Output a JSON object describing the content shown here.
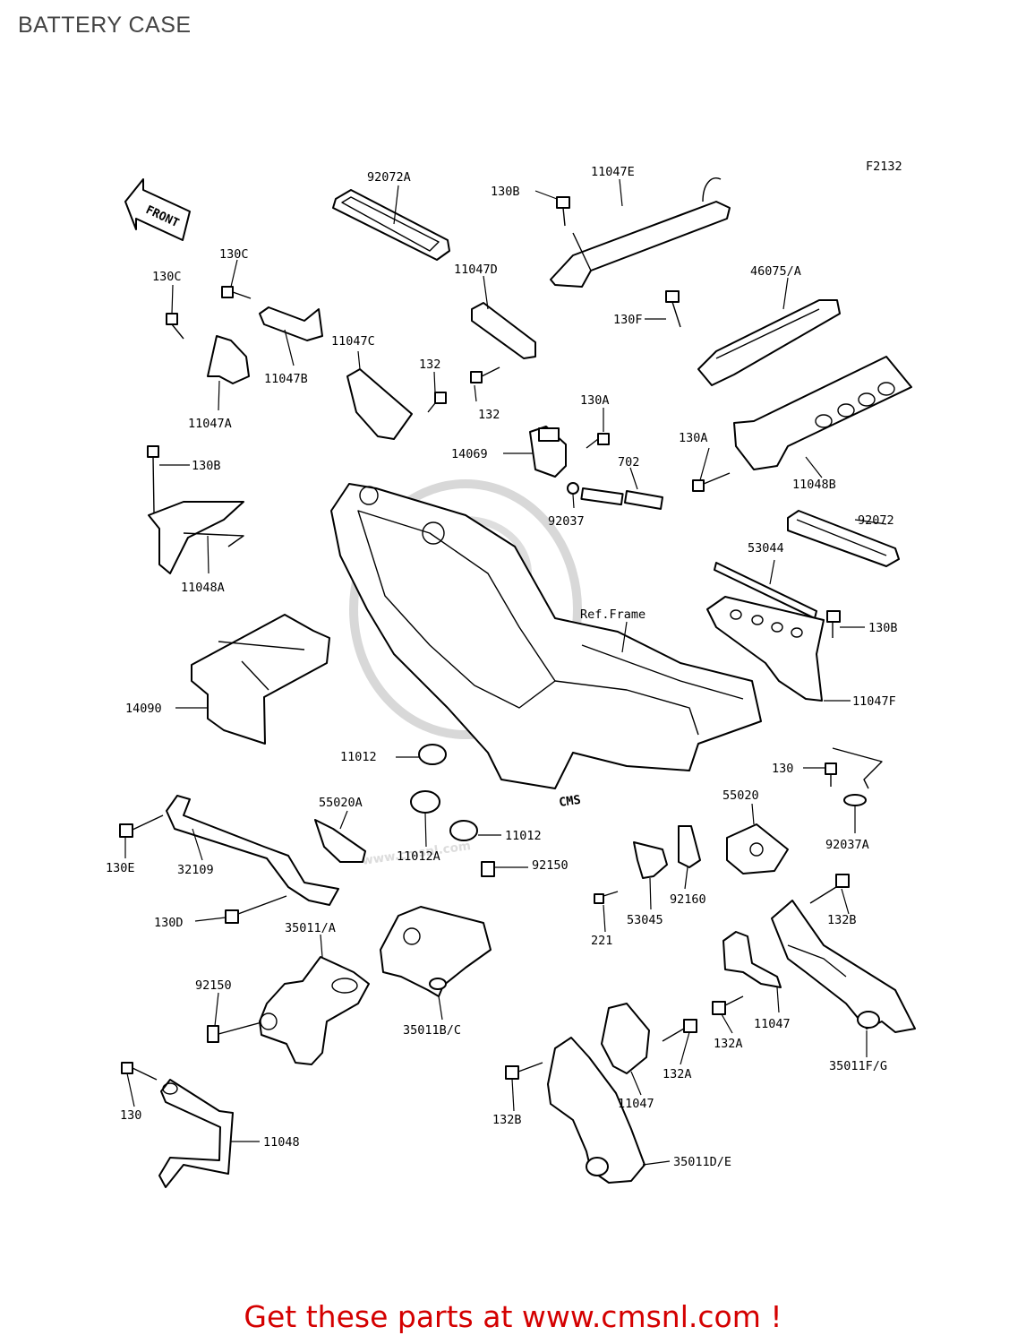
{
  "title": "BATTERY CASE",
  "figure_code": "F2132",
  "front_arrow_label": "FRONT",
  "watermark_text": "www.cmsnl.com",
  "watermark_logo_text": "CMS",
  "cta": "Get these parts at www.cmsnl.com !",
  "colors": {
    "title": "#444444",
    "cta": "#d40000",
    "watermark": "#d8d8d8",
    "lines": "#000000"
  },
  "labels": {
    "l92072A": "92072A",
    "l11047E": "11047E",
    "l130B_top": "130B",
    "l130C_a": "130C",
    "l130C_b": "130C",
    "l11047D": "11047D",
    "l46075A": "46075/A",
    "l130F": "130F",
    "l11047C": "11047C",
    "l132_a": "132",
    "l132_b": "132",
    "l11047B": "11047B",
    "l11047A": "11047A",
    "l130A_a": "130A",
    "l130A_b": "130A",
    "l14069": "14069",
    "l702": "702",
    "l11048B": "11048B",
    "l130B_mid": "130B",
    "l92037": "92037",
    "l92072": "92072",
    "l11048A": "11048A",
    "l53044": "53044",
    "l RefFrame": "Ref.Frame",
    "l130B_right": "130B",
    "l14090": "14090",
    "l11047F": "11047F",
    "l11012_a": "11012",
    "l130_right": "130",
    "l55020A": "55020A",
    "l55020": "55020",
    "l11012_b": "11012",
    "l11012A": "11012A",
    "l92037A": "92037A",
    "l130E": "130E",
    "l32109": "32109",
    "l92150_a": "92150",
    "l92160": "92160",
    "l53045": "53045",
    "l221": "221",
    "l132B_a": "132B",
    "l130D": "130D",
    "l35011A": "35011/A",
    "l92150_b": "92150",
    "l35011BC": "35011B/C",
    "l11047_a": "11047",
    "l132A_a": "132A",
    "l35011FG": "35011F/G",
    "l132A_b": "132A",
    "l11047_b": "11047",
    "l132B_b": "132B",
    "l130_left": "130",
    "l11048": "11048",
    "l35011DE": "35011D/E"
  }
}
